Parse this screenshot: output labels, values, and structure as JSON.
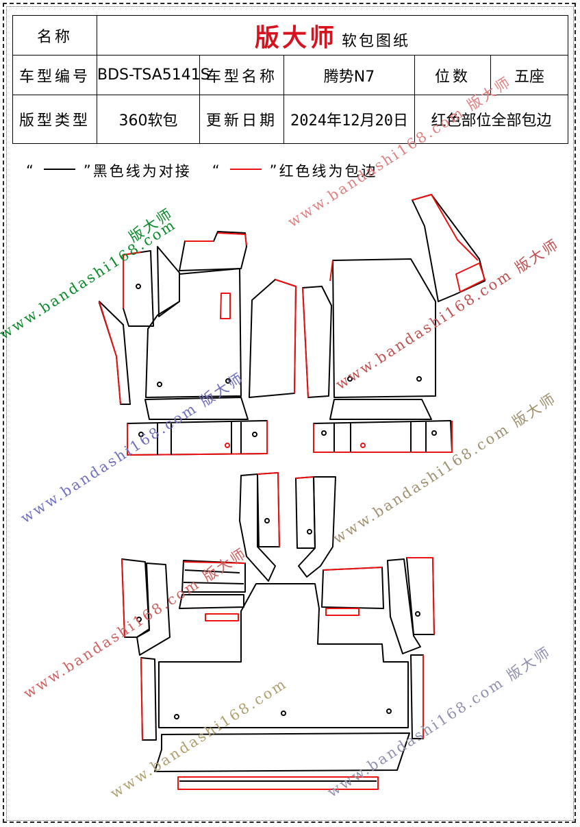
{
  "header": {
    "name_label": "名称",
    "brand": "版大师",
    "doc_type": "软包图纸",
    "model_code_label": "车型编号",
    "model_code": "BDS-TSA5141S",
    "model_name_label": "车型名称",
    "model_name": "腾势N7",
    "seats_label": "位数",
    "seats": "五座",
    "pattern_type_label": "版型类型",
    "pattern_type": "360软包",
    "update_date_label": "更新日期",
    "update_date": "2024年12月20日",
    "note": "红色部位全部包边"
  },
  "legend": {
    "open_quote": "“",
    "close_quote": "”",
    "black_text": "黑色线为对接",
    "red_text": "红色线为包边",
    "black_color": "#000000",
    "red_color": "#e11111"
  },
  "watermarks": {
    "url": "www.bandashi168.com",
    "brand": "版大师",
    "url_brand": "www.bandashi168.com 版大师",
    "colors": [
      "#0a8a2a",
      "#e05a5a",
      "#b0a070",
      "#7070c0",
      "#d06060"
    ]
  }
}
